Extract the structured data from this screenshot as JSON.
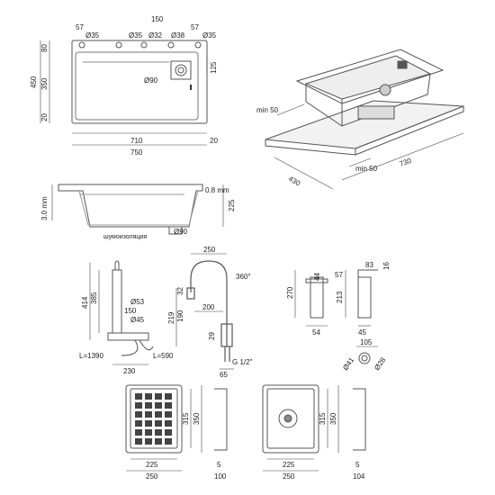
{
  "top_view": {
    "holes": [
      "57",
      "Ø35",
      "150",
      "Ø35",
      "Ø32",
      "Ø38",
      "57",
      "Ø35"
    ],
    "left_dims": [
      "80",
      "350",
      "20"
    ],
    "overall_height": "450",
    "drain": "Ø90",
    "right_dim": "125",
    "bottom_inner": "710",
    "bottom_right": "20",
    "bottom_total": "750"
  },
  "iso_view": {
    "min_a": "min 50",
    "min_b": "min 50",
    "depth": "430",
    "width": "730"
  },
  "section_view": {
    "thickness": "3.0 mm",
    "sheet": "0.8 mm",
    "depth": "225",
    "insulation": "шумоизоляция",
    "drain": "Ø90"
  },
  "faucet_side": {
    "height_total": "414",
    "height_body": "385",
    "d53": "Ø53",
    "d150": "150",
    "d45": "Ø45",
    "hose_a": "L=1390",
    "hose_b": "L=590",
    "base": "230"
  },
  "faucet_front": {
    "reach": "250",
    "rotate": "360°",
    "spout": "200",
    "h219": "219",
    "h190": "190",
    "h32": "32",
    "h29": "29",
    "thread": "G 1/2\"",
    "base": "65"
  },
  "dispenser": {
    "d44": "44",
    "d57": "57",
    "d83": "83",
    "d16": "16",
    "h270": "270",
    "h213": "213",
    "w54": "54",
    "w45": "45",
    "d105": "105",
    "d41": "Ø41",
    "d28": "Ø28"
  },
  "colander": {
    "inner_w": "225",
    "outer_w": "250",
    "inner_h": "315",
    "outer_h": "350",
    "side_t": "5",
    "side_w": "100"
  },
  "tray": {
    "inner_w": "225",
    "outer_w": "250",
    "inner_h": "315",
    "outer_h": "350",
    "side_t": "5",
    "side_w": "104"
  }
}
